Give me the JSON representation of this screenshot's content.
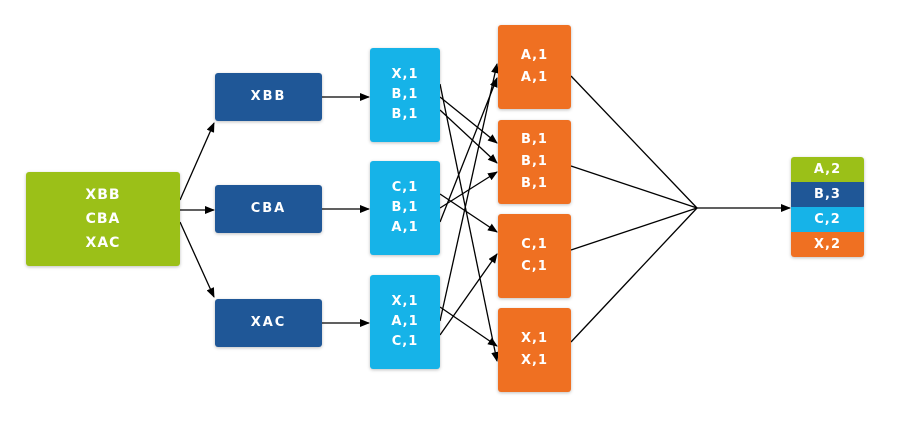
{
  "input": {
    "lines": [
      "XBB",
      "CBA",
      "XAC"
    ]
  },
  "splits": [
    {
      "label": "XBB"
    },
    {
      "label": "CBA"
    },
    {
      "label": "XAC"
    }
  ],
  "maps": [
    {
      "lines": [
        "X,1",
        "B,1",
        "B,1"
      ]
    },
    {
      "lines": [
        "C,1",
        "B,1",
        "A,1"
      ]
    },
    {
      "lines": [
        "X,1",
        "A,1",
        "C,1"
      ]
    }
  ],
  "shuffles": [
    {
      "lines": [
        "A,1",
        "A,1"
      ]
    },
    {
      "lines": [
        "B,1",
        "B,1",
        "B,1"
      ]
    },
    {
      "lines": [
        "C,1",
        "C,1"
      ]
    },
    {
      "lines": [
        "X,1",
        "X,1"
      ]
    }
  ],
  "result": [
    {
      "label": "A,2",
      "color": "#9bc018"
    },
    {
      "label": "B,3",
      "color": "#1f5797"
    },
    {
      "label": "C,2",
      "color": "#16b3e8"
    },
    {
      "label": "X,2",
      "color": "#ef7022"
    }
  ],
  "colors": {
    "input": "#9bc018",
    "split": "#1f5797",
    "map": "#16b3e8",
    "shuffle": "#ef7022"
  }
}
